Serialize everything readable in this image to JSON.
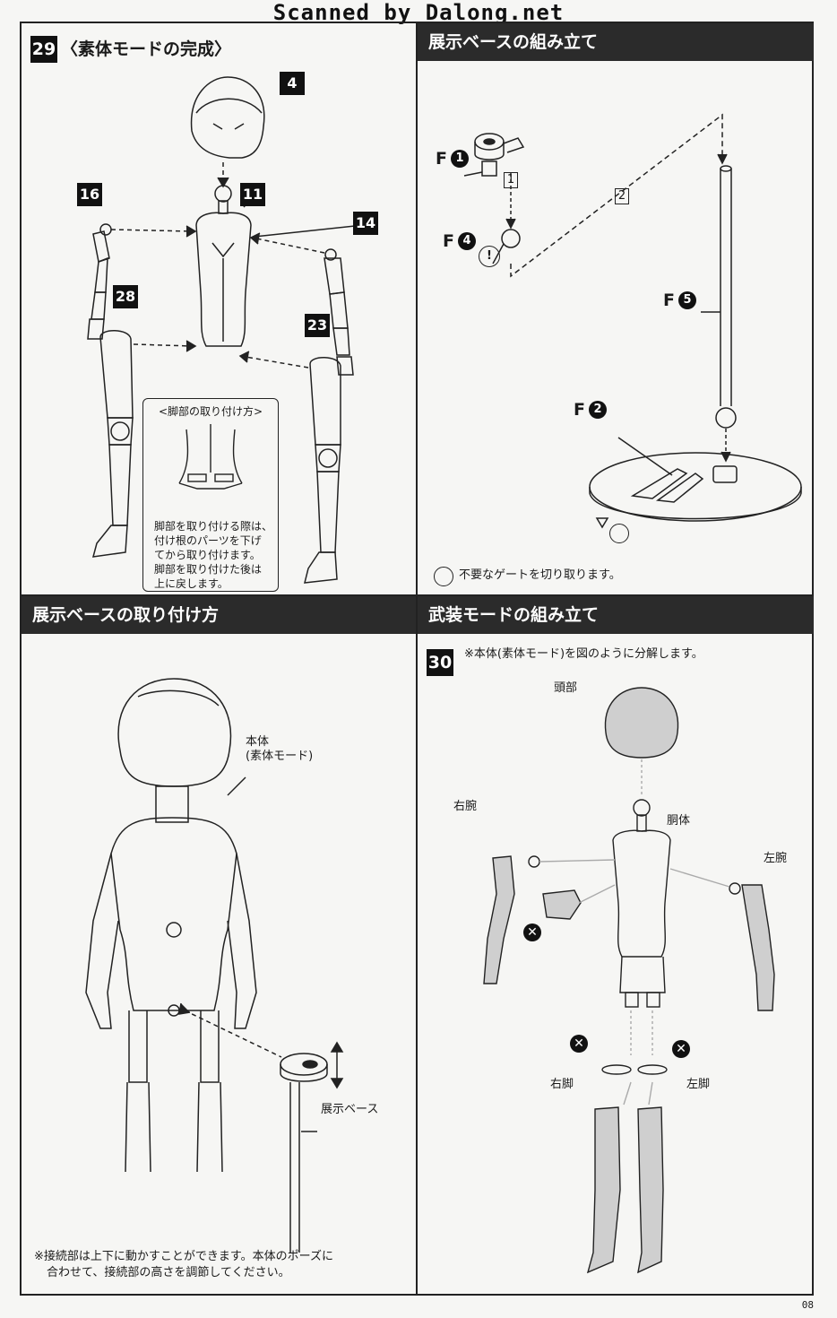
{
  "scan_credit": "Scanned by Dalong.net",
  "page_number": "08",
  "step29": {
    "number": "29",
    "title": "〈素体モードの完成〉",
    "tags": [
      "4",
      "16",
      "11",
      "14",
      "28",
      "23"
    ],
    "inset_title": "<脚部の取り付け方>",
    "inset_note_lines": [
      "脚部を取り付ける際は、",
      "付け根のパーツを下げ",
      "てから取り付けます。",
      "脚部を取り付けた後は",
      "上に戻します。"
    ]
  },
  "base_assembly": {
    "header": "展示ベースの組み立て",
    "parts": [
      {
        "letter": "F",
        "num": "1"
      },
      {
        "letter": "F",
        "num": "4"
      },
      {
        "letter": "F",
        "num": "5"
      },
      {
        "letter": "F",
        "num": "2"
      }
    ],
    "order_marks": [
      "1",
      "2"
    ],
    "caution_mark": "!",
    "gate_note": "不要なゲートを切り取ります。"
  },
  "base_attach": {
    "header": "展示ベースの取り付け方",
    "body_label_lines": [
      "本体",
      "(素体モード)"
    ],
    "base_label": "展示ベース",
    "note_lines": [
      "※接続部は上下に動かすことができます。本体のポーズに",
      "合わせて、接続部の高さを調節してください。"
    ]
  },
  "weapon_mode": {
    "header": "武装モードの組み立て",
    "step_number": "30",
    "instruction": "※本体(素体モード)を図のように分解します。",
    "labels": {
      "head": "頭部",
      "torso": "胴体",
      "right_arm": "右腕",
      "left_arm": "左腕",
      "right_leg": "右脚",
      "left_leg": "左脚"
    }
  }
}
